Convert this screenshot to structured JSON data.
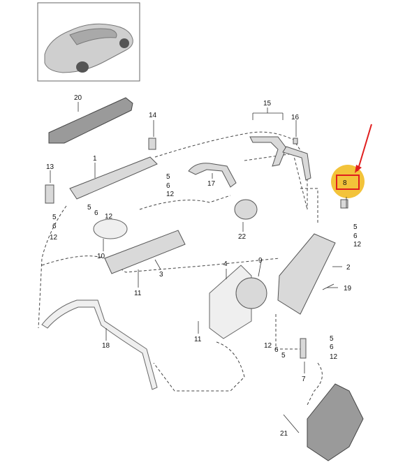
{
  "parts": {
    "p1": "1",
    "p2": "2",
    "p3": "3",
    "p4": "4",
    "p5a": "5",
    "p5b": "5",
    "p5c": "5",
    "p5d": "5",
    "p5e": "5",
    "p6a": "6",
    "p6b": "6",
    "p6c": "6",
    "p6d": "6",
    "p6e": "6",
    "p6f": "6",
    "p7": "7",
    "p8": "8",
    "p9": "9",
    "p10": "10",
    "p11a": "11",
    "p11b": "11",
    "p12a": "12",
    "p12b": "12",
    "p12c": "12",
    "p12d": "12",
    "p12e": "12",
    "p12f": "12",
    "p13": "13",
    "p14": "14",
    "p15": "15",
    "p16": "16",
    "p17": "17",
    "p18": "18",
    "p19": "19",
    "p20": "20",
    "p21": "21",
    "p22": "22"
  },
  "colors": {
    "highlight_circle": "#f3c33a",
    "highlight_box": "#e01e1e",
    "arrow": "#e01e1e",
    "line": "#333333"
  },
  "icons": {
    "car_thumbnail": "car-thumbnail-icon",
    "pointer_arrow": "red-pointer-arrow-icon"
  }
}
